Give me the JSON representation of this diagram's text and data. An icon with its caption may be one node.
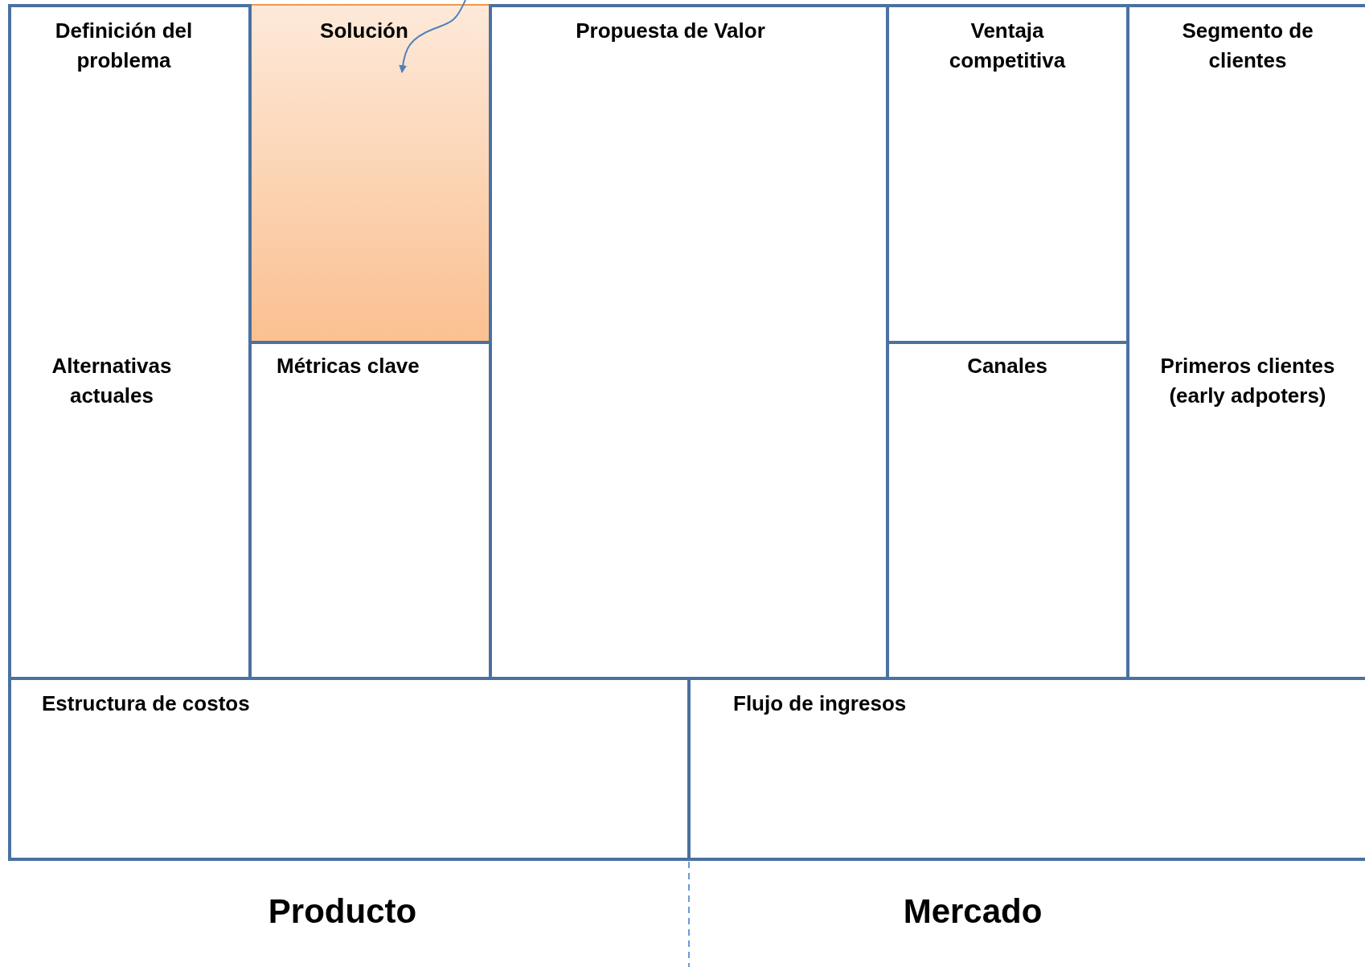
{
  "diagram": {
    "nodes": [
      {
        "text": [
          "Definición del problema",
          "Alternativas actuales"
        ]
      },
      {
        "text": [
          "Solución"
        ]
      },
      {
        "text": [
          "Métricas clave"
        ]
      },
      {
        "text": [
          "Propuesta de Valor"
        ]
      },
      {
        "text": [
          "Ventaja competitiva"
        ]
      },
      {
        "text": [
          "Canales"
        ]
      },
      {
        "text": [
          "Segmento de clientes",
          "Primeros clientes (early adpoters)"
        ]
      },
      {
        "text": [
          "Estructura de costos"
        ]
      },
      {
        "text": [
          "Flujo de ingresos"
        ]
      }
    ],
    "edges": [
      {
        "from": null,
        "to": 1,
        "arrow": "to"
      }
    ],
    "labels": [
      "Producto",
      "Mercado"
    ]
  }
}
